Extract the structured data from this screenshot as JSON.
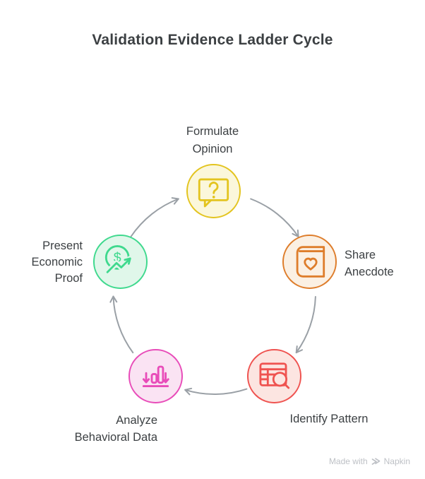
{
  "title": "Validation Evidence Ladder Cycle",
  "text_color": "#3C4043",
  "arrows": {
    "color": "#9AA0A6"
  },
  "watermark": {
    "prefix": "Made with",
    "brand": "Napkin",
    "color": "#BEC1C6"
  },
  "nodes": [
    {
      "id": "formulate-opinion",
      "lines": [
        "Formulate",
        "Opinion"
      ],
      "icon": "question-bubble-icon",
      "stroke": "#E3C41F",
      "fill": "#FBF7DB"
    },
    {
      "id": "share-anecdote",
      "lines": [
        "Share",
        "Anecdote"
      ],
      "icon": "book-heart-icon",
      "stroke": "#DE7D2B",
      "fill": "#FBF0E3"
    },
    {
      "id": "identify-pattern",
      "lines": [
        "Identify Pattern"
      ],
      "icon": "table-magnifier-icon",
      "stroke": "#EF5350",
      "fill": "#FCE5E1"
    },
    {
      "id": "analyze-behavioral-data",
      "lines": [
        "Analyze",
        "Behavioral Data"
      ],
      "icon": "bar-chart-arrows-icon",
      "stroke": "#E84CB9",
      "fill": "#FAE3F3"
    },
    {
      "id": "present-economic-proof",
      "lines": [
        "Present",
        "Economic",
        "Proof"
      ],
      "icon": "dollar-trend-icon",
      "stroke": "#3FD98E",
      "fill": "#E0F7EA"
    }
  ]
}
